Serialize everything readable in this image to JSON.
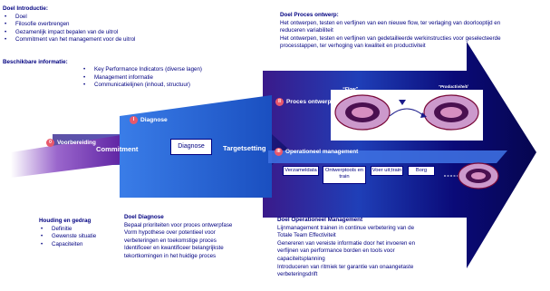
{
  "intro": {
    "title": "Doel Introductie:",
    "bullets": [
      "Doel",
      "Filosofie overbrengen",
      "Gezamenlijk impact bepalen van de uitrol",
      "Commitment van het management voor de uitrol"
    ]
  },
  "resources": {
    "title": "Beschikbare informatie:",
    "bullets": [
      "Key Performance Indicators (diverse lagen)",
      "Management informatie",
      "Communicatielijnen (inhoud, structuur)"
    ]
  },
  "process_goal": {
    "title": "Doel Proces ontwerp:",
    "lines": [
      "Het ontwerpen, testen en verfijnen van een nieuwe flow, ter verlaging van doorlooptijd en",
      "reduceren variabiliteit",
      "Het ontwerpen, testen en verfijnen van gedetailleerde werkinstructies voor geselecteerde",
      "processtappen, ter verhoging van kwaliteit en productiviteit"
    ]
  },
  "phases": {
    "voorbereiding": {
      "number": "0",
      "label": "Voorbereiding"
    },
    "diagnose": {
      "number": "I",
      "label": "Diagnose"
    },
    "proces": {
      "number": "II",
      "label": "Proces ontwerp"
    },
    "operationeel": {
      "number": "III",
      "label": "Operationeel management"
    }
  },
  "milestones": {
    "commitment": "Commitment",
    "diagnose": "Diagnose",
    "targetsetting": "Targetsetting"
  },
  "flow_labels": {
    "flow": "“Flow”",
    "productiviteit": "“Productiviteit/ Kwaliteit”"
  },
  "ops_boxes": [
    "Verzameldata",
    "Ontwerptools en train",
    "Voer uit;train",
    "Borg"
  ],
  "houding": {
    "title": "Houding en gedrag",
    "bullets": [
      "Definitie",
      "Gewenste situatie",
      "Capaciteiten"
    ]
  },
  "diagnose_goal": {
    "title": "Doel Diagnose",
    "lines": [
      "Bepaal prioriteiten voor proces ontwerpfase",
      "Vorm hypothese over potentieel voor",
      "verbeteringen en toekomstige proces",
      "Identificeer en kwantificeer belangrijkste",
      "tekortkomingen in het huidige proces"
    ]
  },
  "ops_goal": {
    "title": "Doel Operationeel Management",
    "lines": [
      "Lijnmanagement trainen in continue verbetering van de",
      "Totale Team Effectiviteit",
      "Genereren van vereiste informatie door het invoeren en",
      "verfijnen van performance borden en tools voor",
      "capaciteitsplanning",
      "Introduceren van ritmiek ter garantie van onaangetaste",
      "verbeteringsdrift"
    ]
  },
  "colors": {
    "navy": "#000080",
    "dark_blue": "#0b0b6e",
    "bright_blue": "#1a6ee0",
    "purple": "#4a1480",
    "badge": "#e8586c"
  }
}
